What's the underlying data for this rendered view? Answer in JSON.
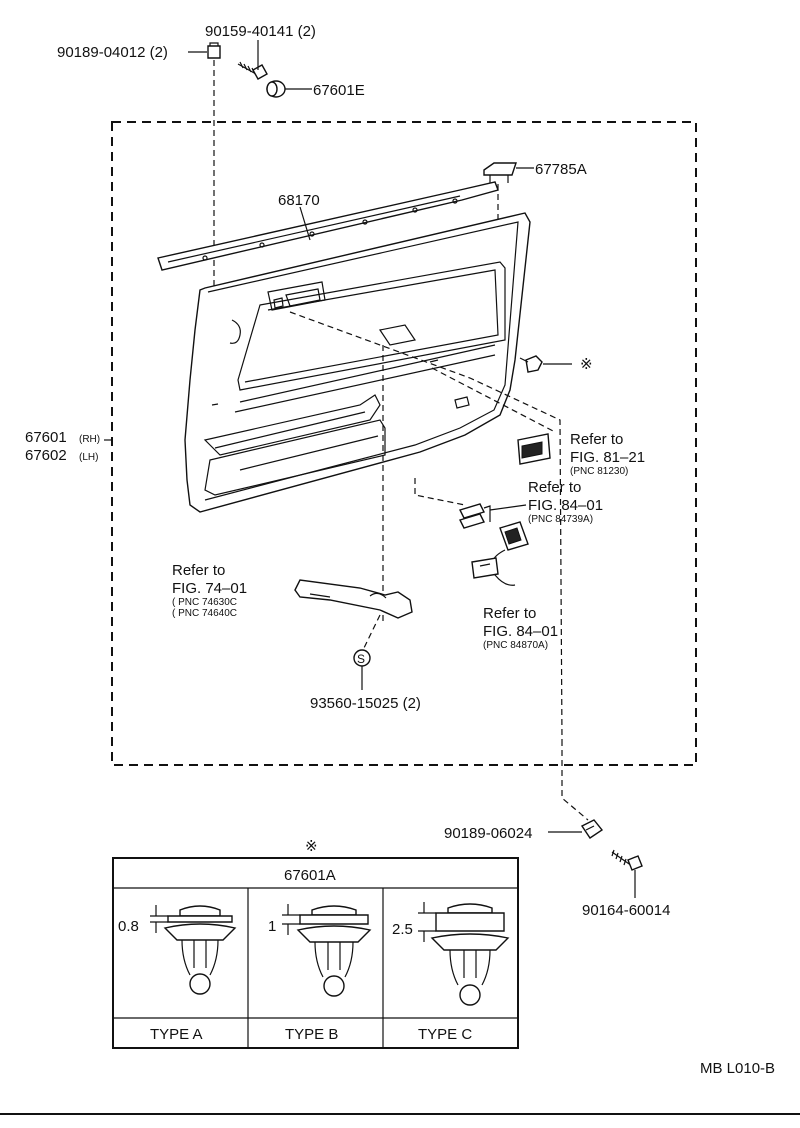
{
  "callouts": {
    "p90189_04012": "90189-04012 (2)",
    "p90159_40141": "90159-40141 (2)",
    "p67601E": "67601E",
    "p67785A": "67785A",
    "p68170": "68170",
    "p67601": "67601",
    "p67601_side": "(RH)",
    "p67602": "67602",
    "p67602_side": "(LH)",
    "clip_mark": "※",
    "ref_81_1": "Refer to",
    "ref_81_2": "FIG. 81–21",
    "ref_81_3": "(PNC 81230)",
    "ref_84a_1": "Refer to",
    "ref_84a_2": "FIG. 84–01",
    "ref_84a_3": "(PNC 84739A)",
    "ref_74_1": "Refer to",
    "ref_74_2": "FIG. 74–01",
    "ref_74_3": "( PNC 74630C",
    "ref_74_4": "( PNC 74640C",
    "ref_84b_1": "Refer to",
    "ref_84b_2": "FIG. 84–01",
    "ref_84b_3": "(PNC 84870A)",
    "screw_symbol": "S",
    "p93560": "93560-15025 (2)",
    "p90189_06024": "90189-06024",
    "p90164": "90164-60014"
  },
  "clip_table": {
    "mark": "※",
    "part_number": "67601A",
    "types": [
      {
        "dim": "0.8",
        "label": "TYPE A"
      },
      {
        "dim": "1",
        "label": "TYPE B"
      },
      {
        "dim": "2.5",
        "label": "TYPE C"
      }
    ]
  },
  "drawing_code": "MB L010-B"
}
